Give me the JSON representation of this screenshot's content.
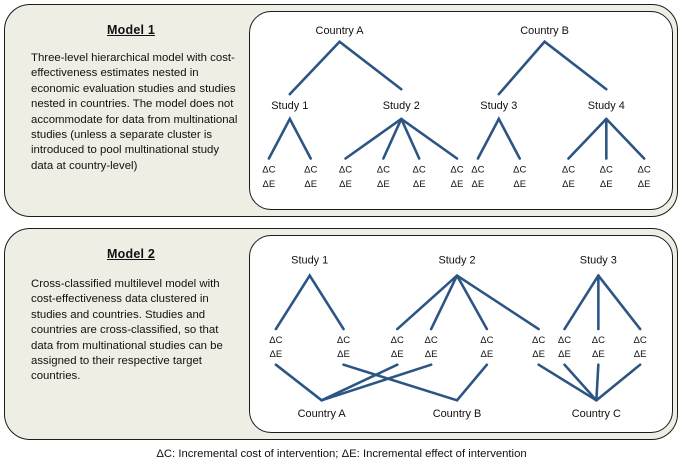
{
  "figure": {
    "caption": "ΔC: Incremental cost of intervention; ΔE: Incremental effect of intervention",
    "line_color": "#2c5583",
    "panel_background": "#eeeee4",
    "diagram_background": "#ffffff"
  },
  "leaf": {
    "cost": "ΔC",
    "effect": "ΔE"
  },
  "model1": {
    "title": "Model 1",
    "description": "Three-level hierarchical model with cost-effectiveness estimates nested in economic evaluation studies and studies nested in countries. The model does not accommodate for data from multinational studies (unless a separate cluster is introduced to pool multinational study data at country-level)",
    "countries": [
      {
        "label": "Country A",
        "studies": [
          "Study 1",
          "Study 2"
        ]
      },
      {
        "label": "Country B",
        "studies": [
          "Study 3",
          "Study 4"
        ]
      }
    ],
    "studies": [
      {
        "label": "Study 1",
        "leaf_count": 2
      },
      {
        "label": "Study 2",
        "leaf_count": 4
      },
      {
        "label": "Study 3",
        "leaf_count": 2
      },
      {
        "label": "Study 4",
        "leaf_count": 3
      }
    ],
    "country_labels": [
      "Country A",
      "Country B"
    ],
    "study_labels": [
      "Study 1",
      "Study 2",
      "Study 3",
      "Study 4"
    ]
  },
  "model2": {
    "title": "Model 2",
    "description": "Cross-classified multilevel model with cost-effectiveness data clustered in studies and countries. Studies and countries are cross-classified, so that data from multinational studies can be assigned to their respective target countries.",
    "studies": [
      {
        "label": "Study 1",
        "leaf_count": 2
      },
      {
        "label": "Study 2",
        "leaf_count": 4
      },
      {
        "label": "Study 3",
        "leaf_count": 3
      }
    ],
    "countries": [
      "Country A",
      "Country B",
      "Country C"
    ],
    "study_labels": [
      "Study 1",
      "Study 2",
      "Study 3"
    ],
    "country_labels": [
      "Country A",
      "Country B",
      "Country C"
    ]
  }
}
